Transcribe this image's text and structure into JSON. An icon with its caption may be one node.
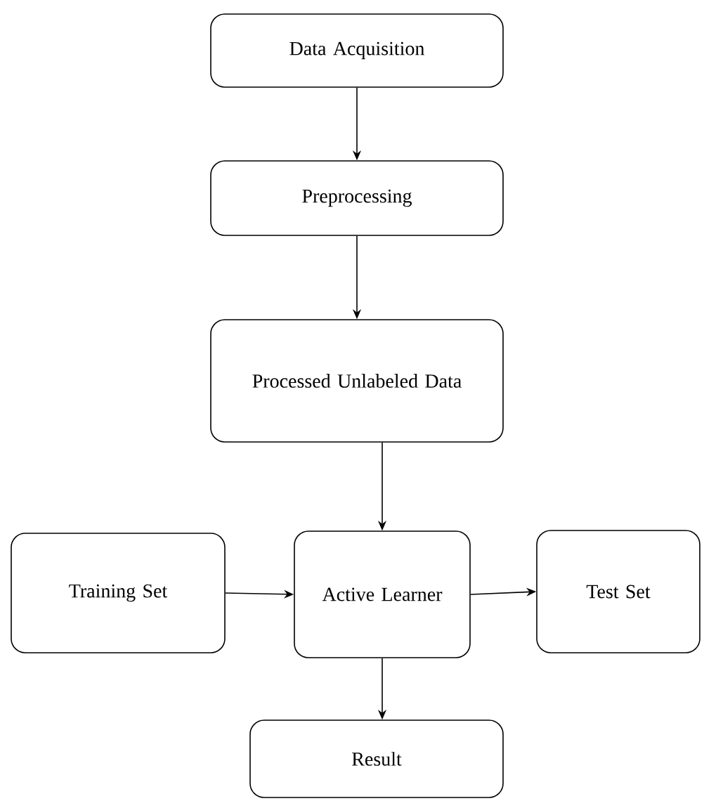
{
  "diagram": {
    "nodes": [
      {
        "text": [
          "Data Acquisition"
        ]
      },
      {
        "text": [
          "Preprocessing"
        ]
      },
      {
        "text": [
          "Processed Unlabeled Data"
        ]
      },
      {
        "text": [
          "Training Set"
        ]
      },
      {
        "text": [
          "Active Learner"
        ]
      },
      {
        "text": [
          "Test Set"
        ]
      },
      {
        "text": [
          "Result"
        ]
      }
    ],
    "edges": [
      {
        "from": 0,
        "to": 1,
        "arrow": "to"
      },
      {
        "from": 1,
        "to": 2,
        "arrow": "to"
      },
      {
        "from": 2,
        "to": 4,
        "arrow": "to"
      },
      {
        "from": 3,
        "to": 4,
        "arrow": "to"
      },
      {
        "from": 4,
        "to": 5,
        "arrow": "to"
      },
      {
        "from": 4,
        "to": 6,
        "arrow": "to"
      }
    ]
  }
}
